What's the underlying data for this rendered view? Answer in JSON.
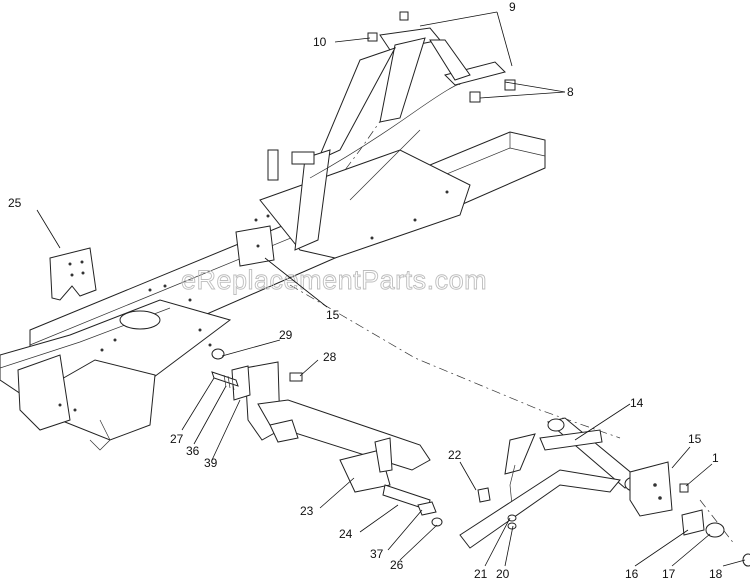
{
  "watermark": "eReplacementParts.com",
  "callouts": {
    "c1": "1",
    "c8": "8",
    "c9": "9",
    "c10": "10",
    "c14": "14",
    "c15a": "15",
    "c15b": "15",
    "c16": "16",
    "c17": "17",
    "c18": "18",
    "c20": "20",
    "c21": "21",
    "c22": "22",
    "c23": "23",
    "c24": "24",
    "c25": "25",
    "c26": "26",
    "c27": "27",
    "c28": "28",
    "c29": "29",
    "c36": "36",
    "c37": "37",
    "c39": "39"
  }
}
